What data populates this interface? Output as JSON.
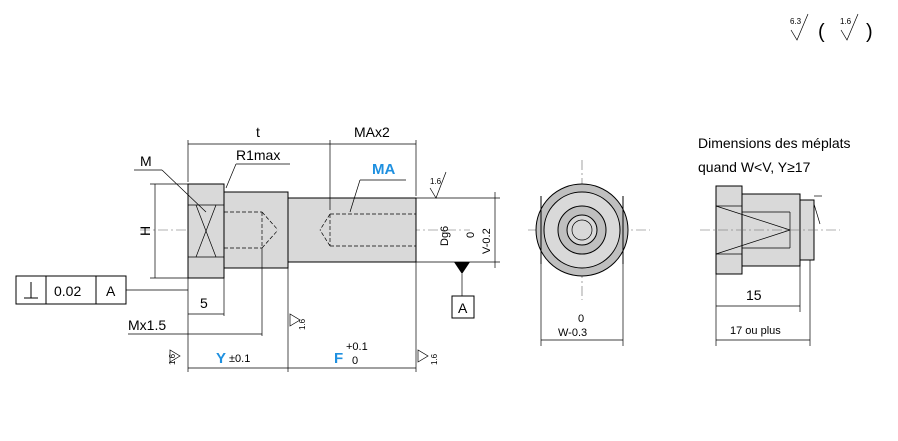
{
  "roughness": {
    "general": "6.3",
    "paren_open": "(",
    "secondary": "1.6",
    "paren_close": ")"
  },
  "labels": {
    "t": "t",
    "maX2": "MAx2",
    "r1max": "R1max",
    "m": "M",
    "ma": "MA",
    "h": "H",
    "dg6": "Dg6",
    "v_tol_upper": "0",
    "v_tol_lower": "V-0.2",
    "roughness_1_6": "1.6",
    "datum": "A",
    "perp_value": "0.02",
    "perp_ref": "A",
    "five": "5",
    "mx1_5": "Mx1.5",
    "y": "Y",
    "y_tol": "±0.1",
    "f": "F",
    "f_tol_upper": "+0.1",
    "f_tol_lower": "0",
    "w_tol_upper": "0",
    "w_tol_lower": "W-0.3",
    "flats_line1": "Dimensions des méplats",
    "flats_line2": "quand W<V, Y≥17",
    "fifteen": "15",
    "seventeen": "17 ou plus"
  }
}
